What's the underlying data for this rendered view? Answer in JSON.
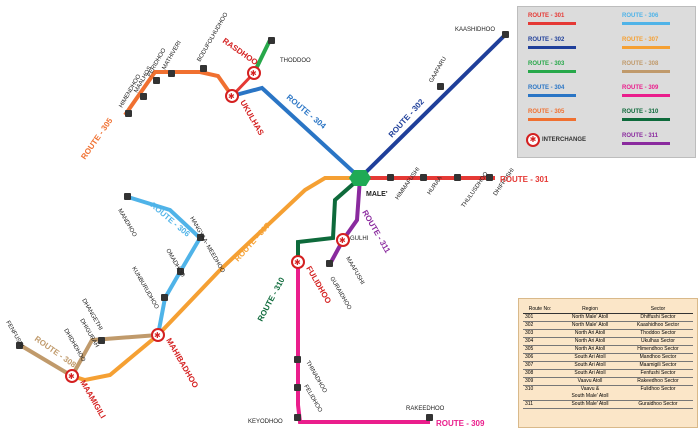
{
  "center": "MALE'",
  "stations": {
    "kaashidhoo": "KAASHIDHOO",
    "gaafaru": "GAAFARU",
    "thodoo": "THODDOO",
    "rasdhoo": "RASDHOO",
    "ukulhas": "UKULHAS",
    "bodufolhudhoo": "BODUFOLHUDHOO",
    "mathiveri": "MATHIVERI",
    "feridhoo": "FERIDHOO",
    "maalhos": "MAALHOS",
    "himendhoo": "HIMENDHOO",
    "himmafushi": "HIMMAFUSHI",
    "huraa": "HURAA",
    "thulusdhoo": "THULUSDHOO",
    "dhiffushi": "DHIFFUSHI",
    "gulhi": "GULHI",
    "maafushi": "MAAFUSHI",
    "guraidhoo": "GURAIDHOO",
    "fulidhoo": "FULIDHOO",
    "mandhoo": "MANDHOO",
    "hangyaameedhoo": "HANGYAA-\nMEEDHOO",
    "omadhoo": "OMADHOO",
    "kunburudhoo": "KUNBURUDHOO",
    "mahibadhoo": "MAHIBADHOO",
    "dhangethi": "DHANGETHI",
    "dhigurah": "DHIGURAH",
    "dhidhdhoo": "DHIDHDHOO",
    "fenfushi": "FENFUSHI",
    "maamigili": "MAAMIGILI",
    "thinadhoo": "THINADHOO",
    "felidhoo": "FELIDHOO",
    "keyodhoo": "KEYODHOO",
    "rakeedhoo": "RAKEEDHOO"
  },
  "route_labels": {
    "r301": "ROUTE - 301",
    "r302": "ROUTE - 302",
    "r304": "ROUTE - 304",
    "r305": "ROUTE - 305",
    "r306": "ROUTE - 306",
    "r307": "ROUTE - 307",
    "r308": "ROUTE - 308",
    "r309": "ROUTE - 309",
    "r310": "ROUTE - 310",
    "r311": "ROUTE - 311"
  },
  "legend": {
    "items": [
      {
        "label": "ROUTE - 301",
        "color": "#e53935"
      },
      {
        "label": "ROUTE - 306",
        "color": "#4fb3e8"
      },
      {
        "label": "ROUTE - 302",
        "color": "#1f3f9a"
      },
      {
        "label": "ROUTE - 307",
        "color": "#f5a033"
      },
      {
        "label": "ROUTE - 303",
        "color": "#27a84a"
      },
      {
        "label": "ROUTE - 308",
        "color": "#c09a6b"
      },
      {
        "label": "ROUTE - 304",
        "color": "#2a75c5"
      },
      {
        "label": "ROUTE - 309",
        "color": "#ea1e8c"
      },
      {
        "label": "ROUTE - 305",
        "color": "#f07030"
      },
      {
        "label": "ROUTE - 310",
        "color": "#0e6a3b"
      },
      {
        "label": "INTERCHANGE",
        "color": "#d42020"
      },
      {
        "label": "ROUTE - 311",
        "color": "#8a2a9e"
      }
    ]
  },
  "route_table": {
    "headers": [
      "Route No:",
      "Region",
      "Sector"
    ],
    "rows": [
      [
        "301",
        "North Male' Atoll",
        "Dhiffushi Sector"
      ],
      [
        "302",
        "North Male' Atoll",
        "Kaashidhoo Sector"
      ],
      [
        "303",
        "North Ari Atoll",
        "Thoddoo Sector"
      ],
      [
        "304",
        "North Ari Atoll",
        "Ukulhas Sector"
      ],
      [
        "305",
        "North Ari Atoll",
        "Himendhoo Sector"
      ],
      [
        "306",
        "South Ari Atoll",
        "Mandhoo Sector"
      ],
      [
        "307",
        "South Ari Atoll",
        "Maamigili Sector"
      ],
      [
        "308",
        "South Ari Atoll",
        "Fenfushi Sector"
      ],
      [
        "309",
        "Vaavu Atoll",
        "Rakeedhoo Sector"
      ],
      [
        "310",
        "Vaavu &\nSouth Male' Atoll",
        "Fulidhoo Sector"
      ],
      [
        "311",
        "South Male' Atoll",
        "Guraidhoo Sector"
      ]
    ]
  }
}
